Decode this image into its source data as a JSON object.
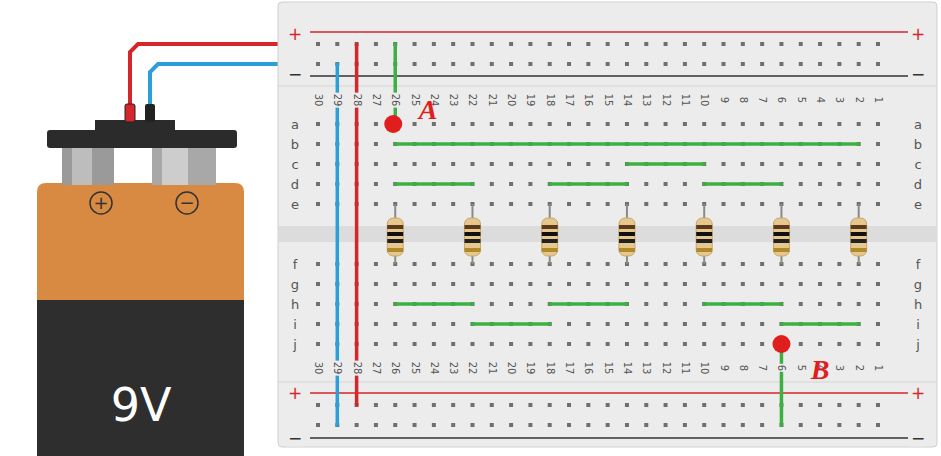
{
  "diagram": {
    "labels": [
      "+",
      "+",
      "−",
      "−",
      "30",
      "29",
      "28",
      "27",
      "26",
      "25",
      "24",
      "23",
      "22",
      "21",
      "20",
      "19",
      "18",
      "17",
      "16",
      "15",
      "14",
      "13",
      "12",
      "11",
      "10",
      "9",
      "8",
      "7",
      "6",
      "5",
      "4",
      "3",
      "2",
      "1",
      "a",
      "b",
      "c",
      "d",
      "e",
      "a",
      "b",
      "c",
      "d",
      "e",
      "A",
      "f",
      "g",
      "h",
      "i",
      "j",
      "f",
      "g",
      "h",
      "i",
      "j",
      "30",
      "29",
      "28",
      "27",
      "26",
      "25",
      "24",
      "23",
      "22",
      "21",
      "20",
      "19",
      "18",
      "17",
      "16",
      "15",
      "14",
      "13",
      "12",
      "11",
      "10",
      "9",
      "8",
      "7",
      "6",
      "5",
      "4",
      "3",
      "2",
      "1",
      "B",
      "+",
      "+",
      "−",
      "−",
      "+",
      "−",
      "9V"
    ]
  }
}
